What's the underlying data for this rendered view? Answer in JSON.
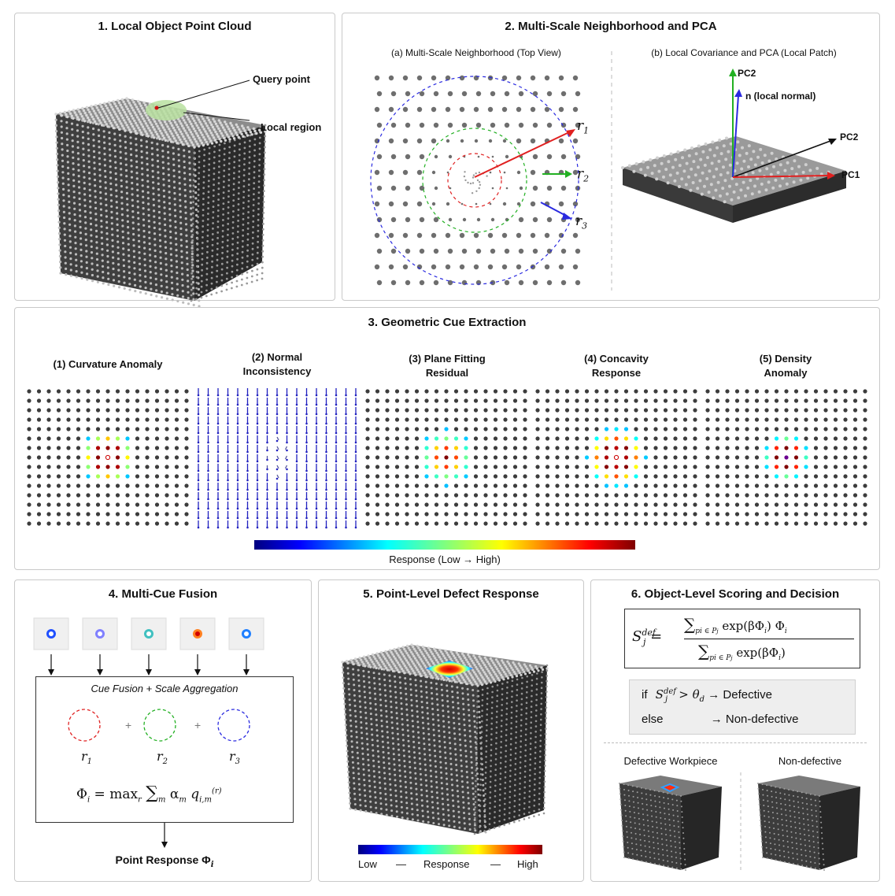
{
  "panel1": {
    "title": "1. Local Object Point Cloud",
    "query_point": "Query point",
    "local_region": "Local region"
  },
  "panel2": {
    "title": "2. Multi-Scale Neighborhood and PCA",
    "sub_a": "(a) Multi-Scale Neighborhood (Top View)",
    "sub_b": "(b) Local Covariance and PCA (Local Patch)",
    "r_labels": [
      "r",
      "r",
      "r"
    ],
    "r_subs": [
      "1",
      "2",
      "3"
    ],
    "pc2_top": "PC2",
    "normal": "n (local normal)",
    "pc2_right": "PC2",
    "pc1": "PC1"
  },
  "panel3": {
    "title": "3. Geometric Cue Extraction",
    "cues": [
      {
        "l1": "(1) Curvature Anomaly",
        "l2": ""
      },
      {
        "l1": "(2) Normal",
        "l2": "Inconsistency"
      },
      {
        "l1": "(3) Plane Fitting",
        "l2": "Residual"
      },
      {
        "l1": "(4) Concavity",
        "l2": "Response"
      },
      {
        "l1": "(5) Density",
        "l2": "Anomaly"
      }
    ],
    "colorbar_label": "Response (Low → High)"
  },
  "panel4": {
    "title": "4. Multi-Cue Fusion",
    "fusion_label": "Cue Fusion + Scale Aggregation",
    "plus": "+",
    "r_labels": [
      "r",
      "r",
      "r"
    ],
    "r_subs": [
      "1",
      "2",
      "3"
    ],
    "formula_lhs": "Φ",
    "formula_rhs": "= max",
    "formula_max_sub": "r",
    "formula_sum_sub": "m",
    "formula_term": "α",
    "formula_q": "q",
    "output": "Point Response Φ"
  },
  "panel5": {
    "title": "5. Point-Level Defect Response",
    "low": "Low",
    "dash1": "—",
    "mid": "Response",
    "dash2": "—",
    "high": "High"
  },
  "panel6": {
    "title": "6. Object-Level Scoring and Decision",
    "score_s": "S",
    "score_sup": "def",
    "score_sub": "j",
    "num_sum": "∑",
    "num_sub": "pi ∈ P",
    "num_body": "exp(βΦ",
    "num_tail": ") Φ",
    "den_sum": "∑",
    "den_sub": "pi ∈ P",
    "den_body": "exp(βΦ",
    "den_tail": ")",
    "if_word": "if",
    "cond_op": "> θ",
    "cond_sub": "d",
    "arrow": "→",
    "defective": "Defective",
    "else_word": "else",
    "non_defective_result": "Non-defective",
    "defective_workpiece": "Defective Workpiece",
    "non_defective": "Non-defective"
  },
  "colors": {
    "red": "#e02020",
    "green": "#22b022",
    "blue": "#2a2ae0",
    "black": "#111111"
  }
}
